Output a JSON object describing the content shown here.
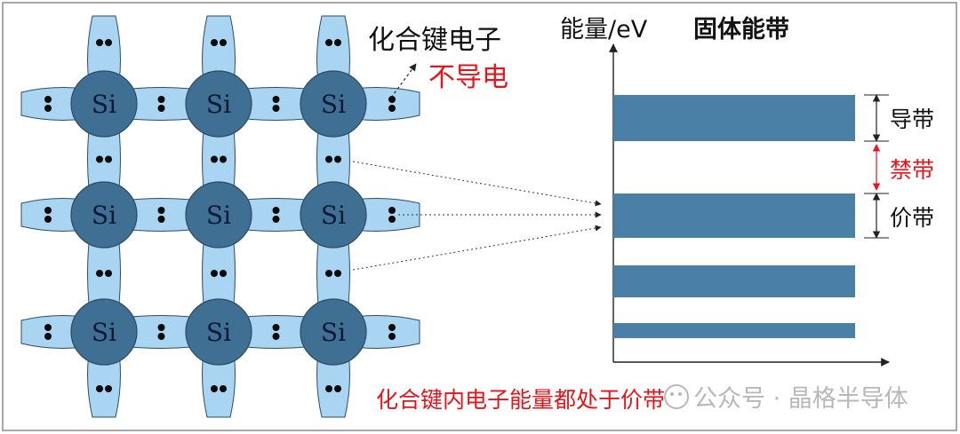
{
  "lattice": {
    "atom_symbol": "Si",
    "rows": 3,
    "cols": 3,
    "lobe_color": "#a9d4f2",
    "atom_color": "#3f6f92",
    "electron_color": "#0b0b0b"
  },
  "labels": {
    "bond_electrons": "化合键电子",
    "non_conductive": "不导电",
    "bottom_note": "化合键内电子能量都处于价带",
    "energy_axis": "能量/eV",
    "solid_bands": "固体能带",
    "conduction_band": "导带",
    "forbidden_band": "禁带",
    "valence_band": "价带"
  },
  "watermark": {
    "text": "公众号 · 晶格半导体"
  },
  "colors": {
    "band_fill": "#4a7fa6",
    "highlight_red": "#e8141a",
    "frame_gray": "#8c8c8c",
    "text_dark": "#111111",
    "watermark_gray": "#b8b8b8"
  }
}
